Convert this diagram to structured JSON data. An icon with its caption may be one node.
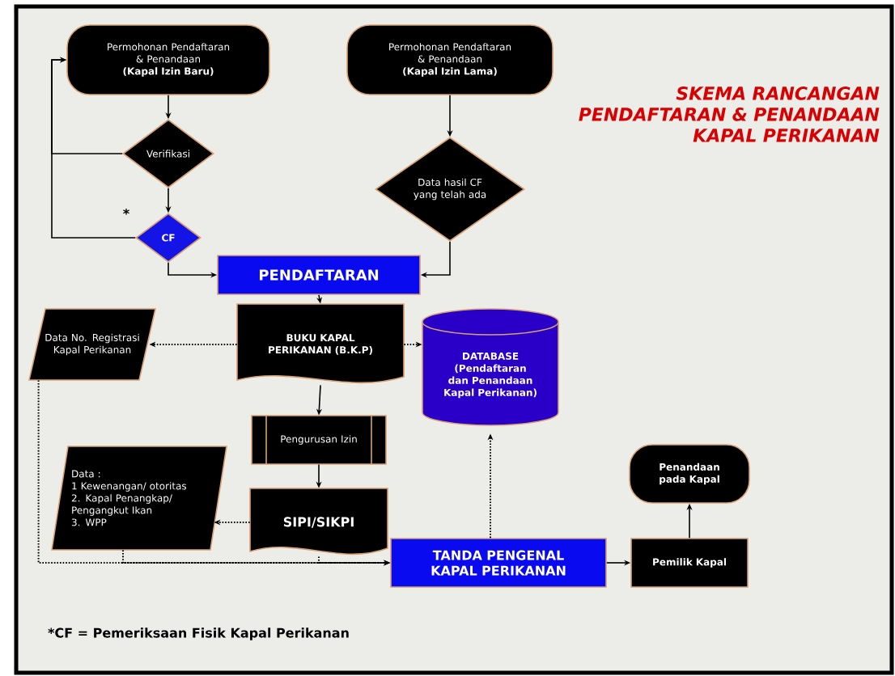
{
  "diagram": {
    "title": "SKEMA RANCANGAN PENDAFTARAN & PENANDAAN KAPAL PERIKANAN",
    "caption": "*CF =  Pemeriksaan Fisik Kapal Perikanan",
    "nodes": [
      {
        "text": [
          "Permohonan Pendaftaran & Penandaan",
          "(Kapal Izin Baru)"
        ]
      },
      {
        "text": [
          "Permohonan Pendaftaran & Penandaan",
          "(Kapal Izin Lama)"
        ]
      },
      {
        "text": [
          "Verifikasi"
        ]
      },
      {
        "text": [
          "CF"
        ],
        "beside": [
          "*"
        ]
      },
      {
        "text": [
          "Data hasil CF yang telah ada"
        ]
      },
      {
        "text": [
          "PENDAFTARAN"
        ]
      },
      {
        "text": [
          "BUKU KAPAL PERIKANAN (B.K.P)"
        ]
      },
      {
        "text": [
          "Data No. Registrasi Kapal Perikanan"
        ]
      },
      {
        "text": [
          "DATABASE (Pendaftaran dan Penandaan Kapal Perikanan)"
        ]
      },
      {
        "text": [
          "Pengurusan Izin"
        ]
      },
      {
        "text": [
          "Data :",
          "1 Kewenangan/ otoritas",
          "2. Kapal Penangkap/ Pengangkut Ikan",
          "3. WPP"
        ]
      },
      {
        "text": [
          "SIPI/SIKPI"
        ]
      },
      {
        "text": [
          "TANDA PENGENAL KAPAL PERIKANAN"
        ]
      },
      {
        "text": [
          "Pemilik Kapal"
        ]
      },
      {
        "text": [
          "Penandaan pada Kapal"
        ]
      }
    ],
    "edges": [
      {
        "from": 0,
        "to": 2,
        "arrow": "to"
      },
      {
        "from": 2,
        "to": 3,
        "arrow": "to"
      },
      {
        "from": 2,
        "to": 0,
        "arrow": "to"
      },
      {
        "from": 3,
        "to": 0,
        "arrow": "to"
      },
      {
        "from": 3,
        "to": 5,
        "arrow": "to"
      },
      {
        "from": 1,
        "to": 4,
        "arrow": "to"
      },
      {
        "from": 4,
        "to": 5,
        "arrow": "to"
      },
      {
        "from": 5,
        "to": 6,
        "arrow": "to"
      },
      {
        "from": 6,
        "to": 7,
        "arrow": "to",
        "style": "dashed"
      },
      {
        "from": 6,
        "to": 8,
        "arrow": "to",
        "style": "dashed"
      },
      {
        "from": 6,
        "to": 9,
        "arrow": "to"
      },
      {
        "from": 9,
        "to": 11,
        "arrow": "to"
      },
      {
        "from": 11,
        "to": 10,
        "arrow": "to",
        "style": "dashed"
      },
      {
        "from": 7,
        "to": 12,
        "arrow": "to",
        "style": "dashed"
      },
      {
        "from": 10,
        "to": 12,
        "arrow": "to",
        "style": "dashed"
      },
      {
        "from": 11,
        "to": 12,
        "arrow": "to",
        "style": "dashed"
      },
      {
        "from": 12,
        "to": 8,
        "arrow": "to",
        "style": "dashed"
      },
      {
        "from": 12,
        "to": 13,
        "arrow": "to"
      },
      {
        "from": 13,
        "to": 14,
        "arrow": "to"
      }
    ]
  }
}
